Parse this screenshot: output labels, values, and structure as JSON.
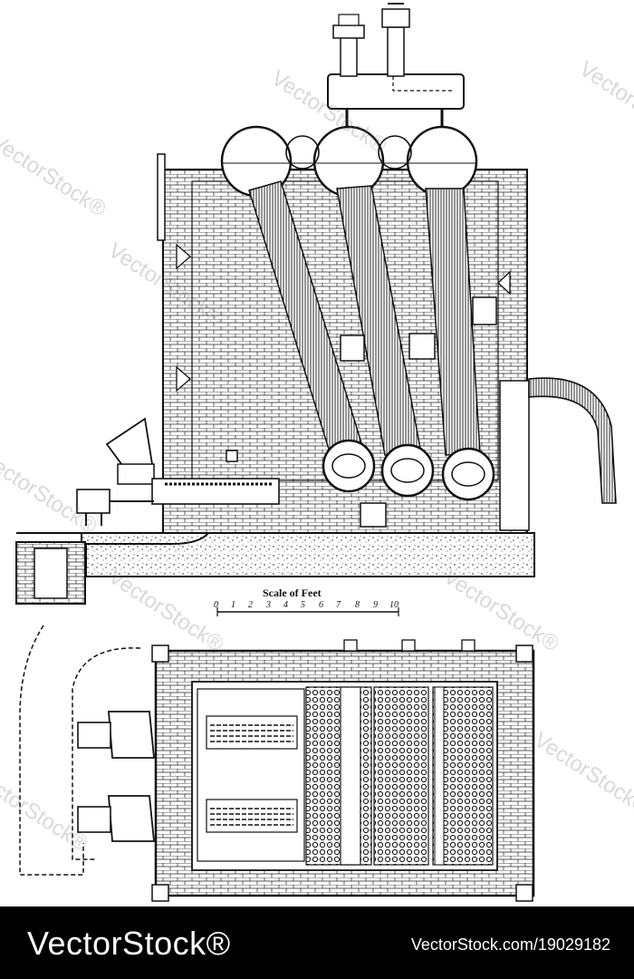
{
  "scale": {
    "title": "Scale of Feet",
    "ticks": [
      "0",
      "1",
      "2",
      "3",
      "4",
      "5",
      "6",
      "7",
      "8",
      "9",
      "10"
    ]
  },
  "watermark": {
    "text": "VectorStock",
    "mark": "®"
  },
  "footer": {
    "brand": "VectorStock®",
    "image_id": "VectorStock.com/19029182"
  },
  "colors": {
    "ink": "#111111",
    "footer_bg": "#000000",
    "footer_text": "#ffffff"
  }
}
